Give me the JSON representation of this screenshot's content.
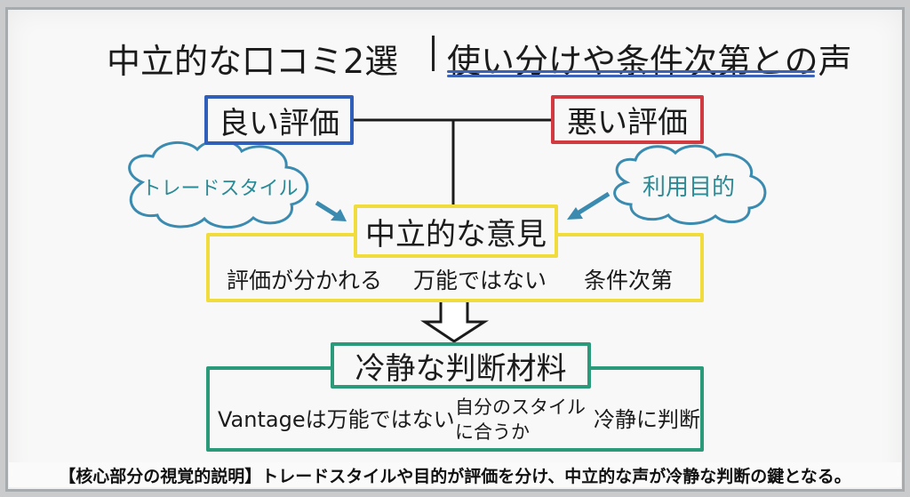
{
  "title": {
    "left": "中立的な口コミ2選",
    "right": "使い分けや条件次第との声"
  },
  "good_review": "良い評価",
  "bad_review": "悪い評価",
  "clouds": {
    "left": "トレードスタイル",
    "right": "利用目的"
  },
  "neutral": {
    "title": "中立的な意見",
    "items": [
      "評価が分かれる",
      "万能ではない",
      "条件次第"
    ]
  },
  "judgment": {
    "title": "冷静な判断材料",
    "items": [
      "Vantageは万能ではない",
      "自分のスタイル",
      "に合うか",
      "冷静に判断"
    ]
  },
  "caption": "【核心部分の視覚的説明】トレードスタイルや目的が評価を分け、中立的な声が冷静な判断の鍵となる。",
  "colors": {
    "good": "#2f5fb8",
    "bad": "#d03a40",
    "neutral": "#f0dc3c",
    "judgment": "#2a9a7a",
    "cloud": "#3b8bb0"
  }
}
